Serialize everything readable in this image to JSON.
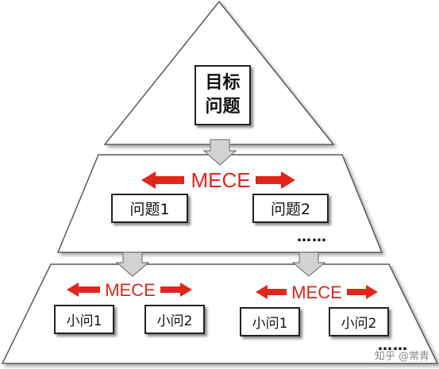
{
  "goal": {
    "line1": "目标",
    "line2": "问题"
  },
  "middle": {
    "mece_label": "MECE",
    "questions": [
      "问题1",
      "问题2"
    ],
    "ellipsis": "……"
  },
  "bottom": {
    "left_mece": "MECE",
    "right_mece": "MECE",
    "sub_questions": [
      "小问1",
      "小问2",
      "小问1",
      "小问2"
    ],
    "ellipsis": "……"
  },
  "watermark": "知乎 @常青",
  "colors": {
    "arrow": "#e1261c",
    "line": "#555555",
    "shaft": "#cfcfcf"
  }
}
